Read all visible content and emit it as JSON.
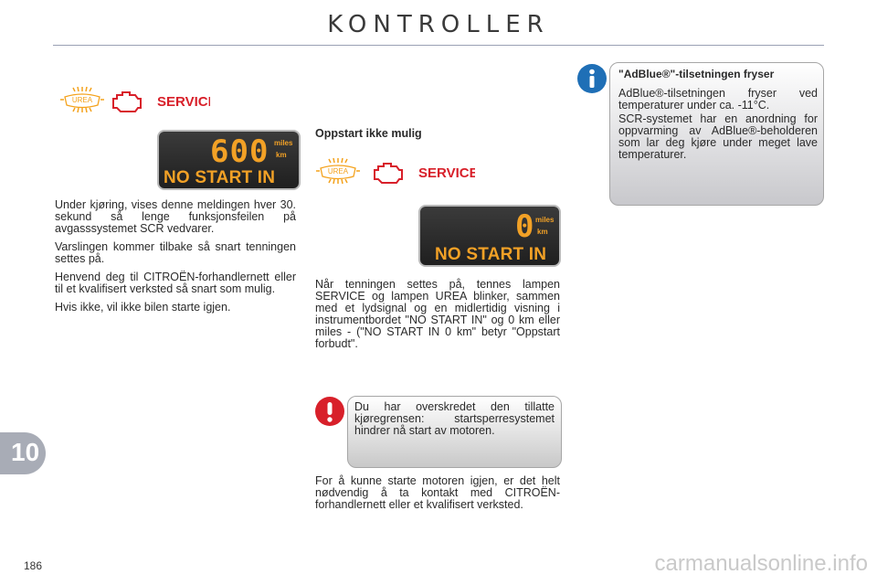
{
  "header": {
    "title": "KONTROLLER"
  },
  "chapter": {
    "number": "10"
  },
  "page": {
    "number": "186"
  },
  "watermark": "carmanualsonline.info",
  "icons": {
    "urea_lamp": "urea-warning-lamp-icon",
    "engine_lamp": "engine-warning-lamp-icon",
    "service_label": "SERVICE",
    "urea_label": "UREA",
    "info": "info-icon",
    "warning": "exclamation-icon"
  },
  "left": {
    "display": {
      "value": "600",
      "unit_top": "miles",
      "unit_bottom": "km",
      "message": "NO START IN"
    },
    "paragraphs": [
      "Under kjøring, vises denne meldingen hver 30. sekund så lenge funksjonsfeilen på avgasssystemet SCR vedvarer.",
      "Varslingen kommer tilbake så snart tenningen settes på.",
      "Henvend deg til CITROËN-forhandlernett eller til et kvalifisert verksted så snart som mulig.",
      "Hvis ikke, vil ikke bilen starte igjen."
    ]
  },
  "middle": {
    "heading": "Oppstart ikke mulig",
    "display": {
      "value": "0",
      "unit_top": "miles",
      "unit_bottom": "km",
      "message": "NO START IN"
    },
    "paragraph": "Når tenningen settes på, tennes lampen SERVICE og lampen UREA blinker, sammen med et lydsignal og en midlertidig visning i instrumentbordet \"NO START IN\" og 0 km eller miles - (\"NO START IN 0 km\" betyr \"Oppstart forbudt\".",
    "warning_box": "Du har overskredet den tillatte kjøregrensen: startsperresystemet hindrer nå start av motoren.",
    "after": "For å kunne starte motoren igjen, er det helt nødvendig å ta kontakt med CITROËN-forhandlernett eller et kvalifisert verksted."
  },
  "right": {
    "info_title": "\"AdBlue®\"-tilsetningen fryser",
    "info_p1": "AdBlue®-tilsetningen fryser ved temperaturer under ca. -11°C.",
    "info_p2": "SCR-systemet har en anordning for oppvarming av AdBlue®-beholderen som lar deg kjøre under meget lave temperaturer."
  },
  "colors": {
    "display_text": "#f2a126",
    "service_red": "#d8202a",
    "lamp_orange": "#f4a21c",
    "info_blue": "#1f6fb6"
  }
}
